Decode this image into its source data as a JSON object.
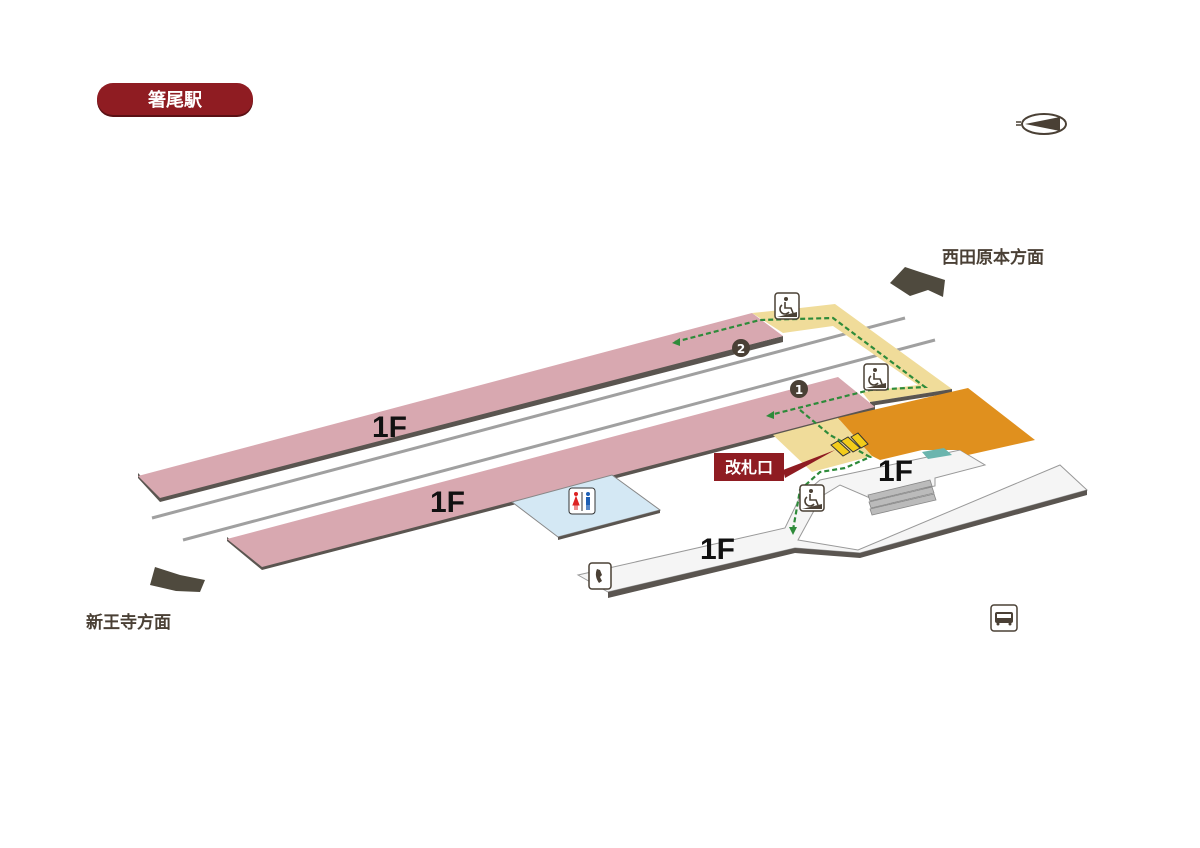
{
  "station_name": "箸尾駅",
  "directions": {
    "east": "西田原本方面",
    "west": "新王寺方面"
  },
  "ticket_gate_label": "改札口",
  "floor_labels": [
    "1F",
    "1F",
    "1F",
    "1F"
  ],
  "platform_markers": [
    "1",
    "2"
  ],
  "icons": [
    "north-compass-icon",
    "wheelchair-ramp-icon",
    "toilet-icon",
    "phone-icon",
    "bus-icon",
    "ticket-gate-icon"
  ],
  "colors": {
    "platform": "#d8a8b0",
    "corridor": "#f0dc9a",
    "station_building": "#e0901e",
    "concourse": "#f5f5f5",
    "toilet": "#d4e8f4",
    "accent": "#8f1c22",
    "route": "#2e8b3a"
  }
}
